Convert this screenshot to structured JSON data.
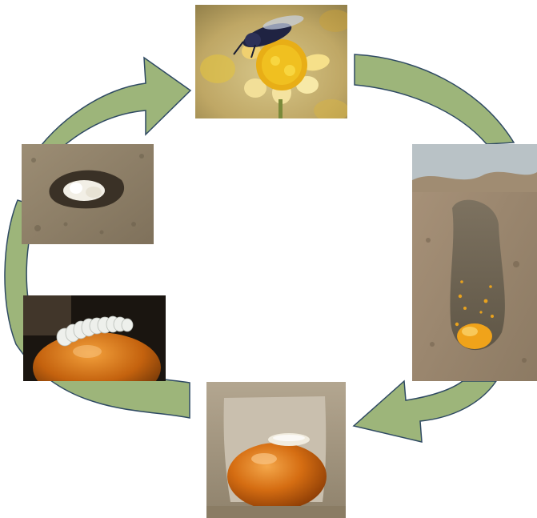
{
  "diagram": {
    "type": "life-cycle",
    "arrow_color": "#9db57a",
    "arrow_stroke": "#2f4a63",
    "stages": [
      {
        "key": "adult",
        "icon": "adult-bee-on-flower-photo"
      },
      {
        "key": "provisioned-cell",
        "icon": "nest-cell-with-pollen-photo"
      },
      {
        "key": "egg",
        "icon": "egg-on-pollen-ball-photo"
      },
      {
        "key": "larva",
        "icon": "larva-on-pollen-ball-photo"
      },
      {
        "key": "pupa",
        "icon": "pupa-in-soil-photo"
      }
    ]
  }
}
